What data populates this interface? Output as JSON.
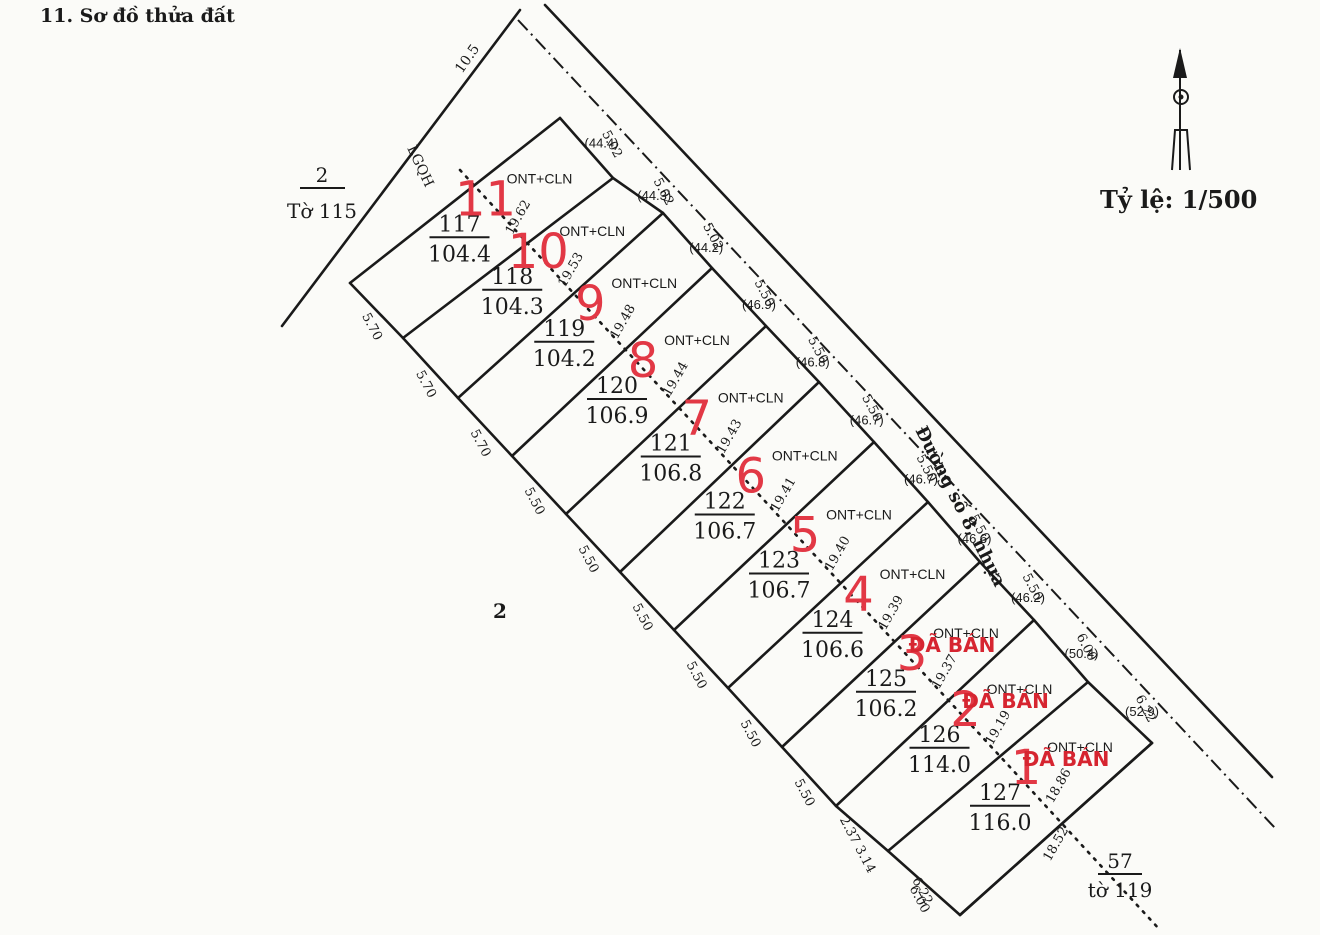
{
  "heading": "11. Sơ đồ thửa đất",
  "scale": "Tỷ lệ: 1/500",
  "road_name": "Đường số 8, nhựa",
  "drain_label": "LGQH",
  "width_top": "10.5",
  "neighbor_left_top": {
    "number": "2",
    "sheet": "Tờ 115"
  },
  "neighbor_left": "2",
  "neighbor_bottom": {
    "number": "57",
    "sheet": "tờ 119"
  },
  "land_use": "ONT+CLN",
  "sold_label": "ĐÃ BÁN",
  "parcels": [
    {
      "lot": "11",
      "parcel": "117",
      "area": "104.4",
      "road_area": "(44.4)",
      "depth": "19.62",
      "front": "5.02",
      "back": "5.70",
      "sold": false
    },
    {
      "lot": "10",
      "parcel": "118",
      "area": "104.3",
      "road_area": "(44.3)",
      "depth": "19.53",
      "front": "5.02",
      "back": "5.70",
      "sold": false
    },
    {
      "lot": "9",
      "parcel": "119",
      "area": "104.2",
      "road_area": "(44.2)",
      "depth": "19.48",
      "front": "5.02",
      "back": "5.70",
      "sold": false
    },
    {
      "lot": "8",
      "parcel": "120",
      "area": "106.9",
      "road_area": "(46.9)",
      "depth": "19.44",
      "front": "5.50",
      "back": "5.50",
      "sold": false
    },
    {
      "lot": "7",
      "parcel": "121",
      "area": "106.8",
      "road_area": "(46.8)",
      "depth": "19.43",
      "front": "5.50",
      "back": "5.50",
      "sold": false
    },
    {
      "lot": "6",
      "parcel": "122",
      "area": "106.7",
      "road_area": "(46.7)",
      "depth": "19.41",
      "front": "5.50",
      "back": "5.50",
      "sold": false
    },
    {
      "lot": "5",
      "parcel": "123",
      "area": "106.7",
      "road_area": "(46.7)",
      "depth": "19.40",
      "front": "5.50",
      "back": "5.50",
      "sold": false
    },
    {
      "lot": "4",
      "parcel": "124",
      "area": "106.6",
      "road_area": "(46.6)",
      "depth": "19.39",
      "front": "5.50",
      "back": "5.50",
      "sold": false
    },
    {
      "lot": "3",
      "parcel": "125",
      "area": "106.2",
      "road_area": "(46.2)",
      "depth": "19.37",
      "front": "5.50",
      "back": "5.50",
      "sold": true
    },
    {
      "lot": "2",
      "parcel": "126",
      "area": "114.0",
      "road_area": "(50.4)",
      "depth": "19.19",
      "front": "6.00",
      "back": "2.37 3.14",
      "sold": true
    },
    {
      "lot": "1",
      "parcel": "127",
      "area": "116.0",
      "road_area": "(52.9)",
      "depth": "18.86",
      "front": "6.22",
      "back": "6.00",
      "sold": true
    }
  ],
  "bottom_depth": "18.52",
  "bottom_back": "6.22"
}
